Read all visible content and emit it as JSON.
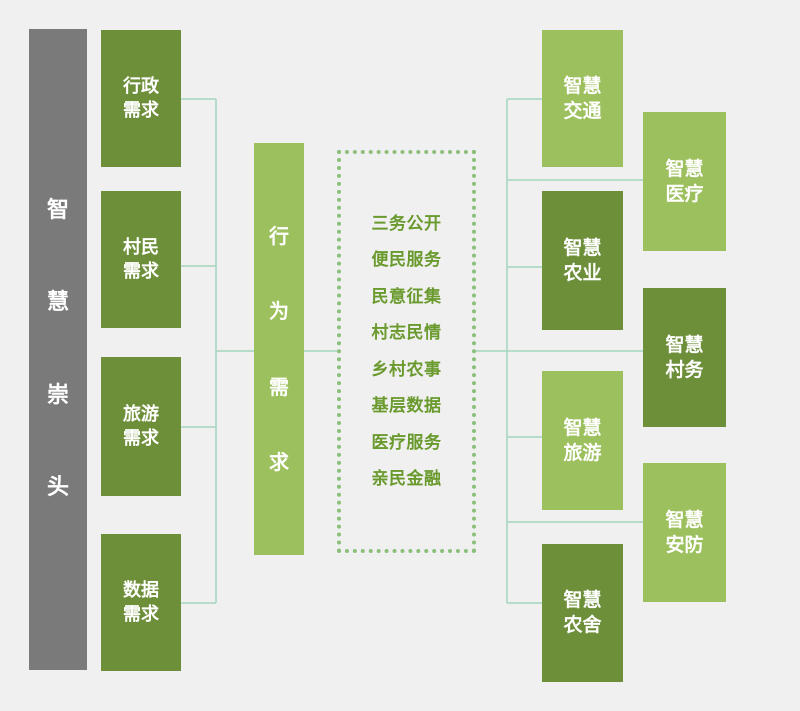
{
  "root": {
    "chars": [
      "智",
      "慧",
      "崇",
      "头"
    ]
  },
  "needs": [
    {
      "label": "行政需求"
    },
    {
      "label": "村民需求"
    },
    {
      "label": "旅游需求"
    },
    {
      "label": "数据需求"
    }
  ],
  "center": {
    "chars": [
      "行",
      "为",
      "需",
      "求"
    ]
  },
  "services": [
    "三务公开",
    "便民服务",
    "民意征集",
    "村志民情",
    "乡村农事",
    "基层数据",
    "医疗服务",
    "亲民金融"
  ],
  "smart_modules": [
    {
      "label": "智慧交通"
    },
    {
      "label": "智慧医疗"
    },
    {
      "label": "智慧农业"
    },
    {
      "label": "智慧村务"
    },
    {
      "label": "智慧旅游"
    },
    {
      "label": "智慧安防"
    },
    {
      "label": "智慧农舍"
    }
  ],
  "colors": {
    "root_gray": "#7a7a7a",
    "dark_green": "#6e8f3a",
    "light_green": "#9cc05d",
    "connector": "#9fd0b8",
    "dotted_border": "#8bc07a",
    "service_text": "#6a9a2e"
  }
}
